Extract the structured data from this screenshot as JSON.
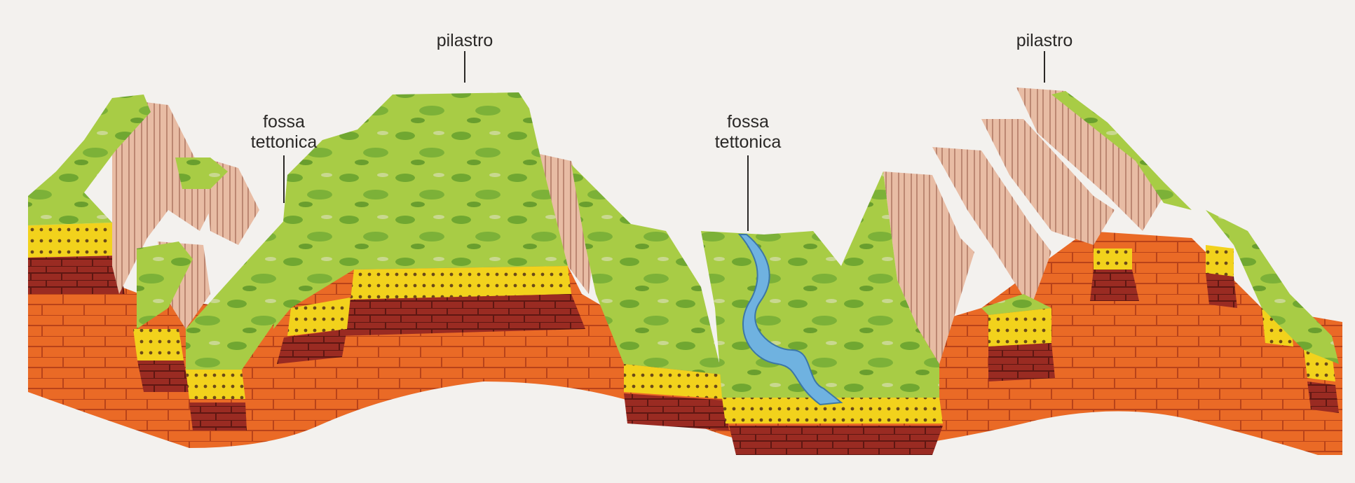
{
  "labels": {
    "pilastro_left": "pilastro",
    "pilastro_right": "pilastro",
    "fossa_left": {
      "line1": "fossa",
      "line2": "tettonica"
    },
    "fossa_right": {
      "line1": "fossa",
      "line2": "tettonica"
    }
  },
  "colors": {
    "background": "#f3f1ee",
    "grass": "#9cc43a",
    "grass_dark": "#5d9a2a",
    "cliff": "#e7b9a0",
    "sandstone": "#f2d21c",
    "red_brick": "#9a2b22",
    "orange_rock": "#ea6a26",
    "river": "#6fb2e0"
  }
}
